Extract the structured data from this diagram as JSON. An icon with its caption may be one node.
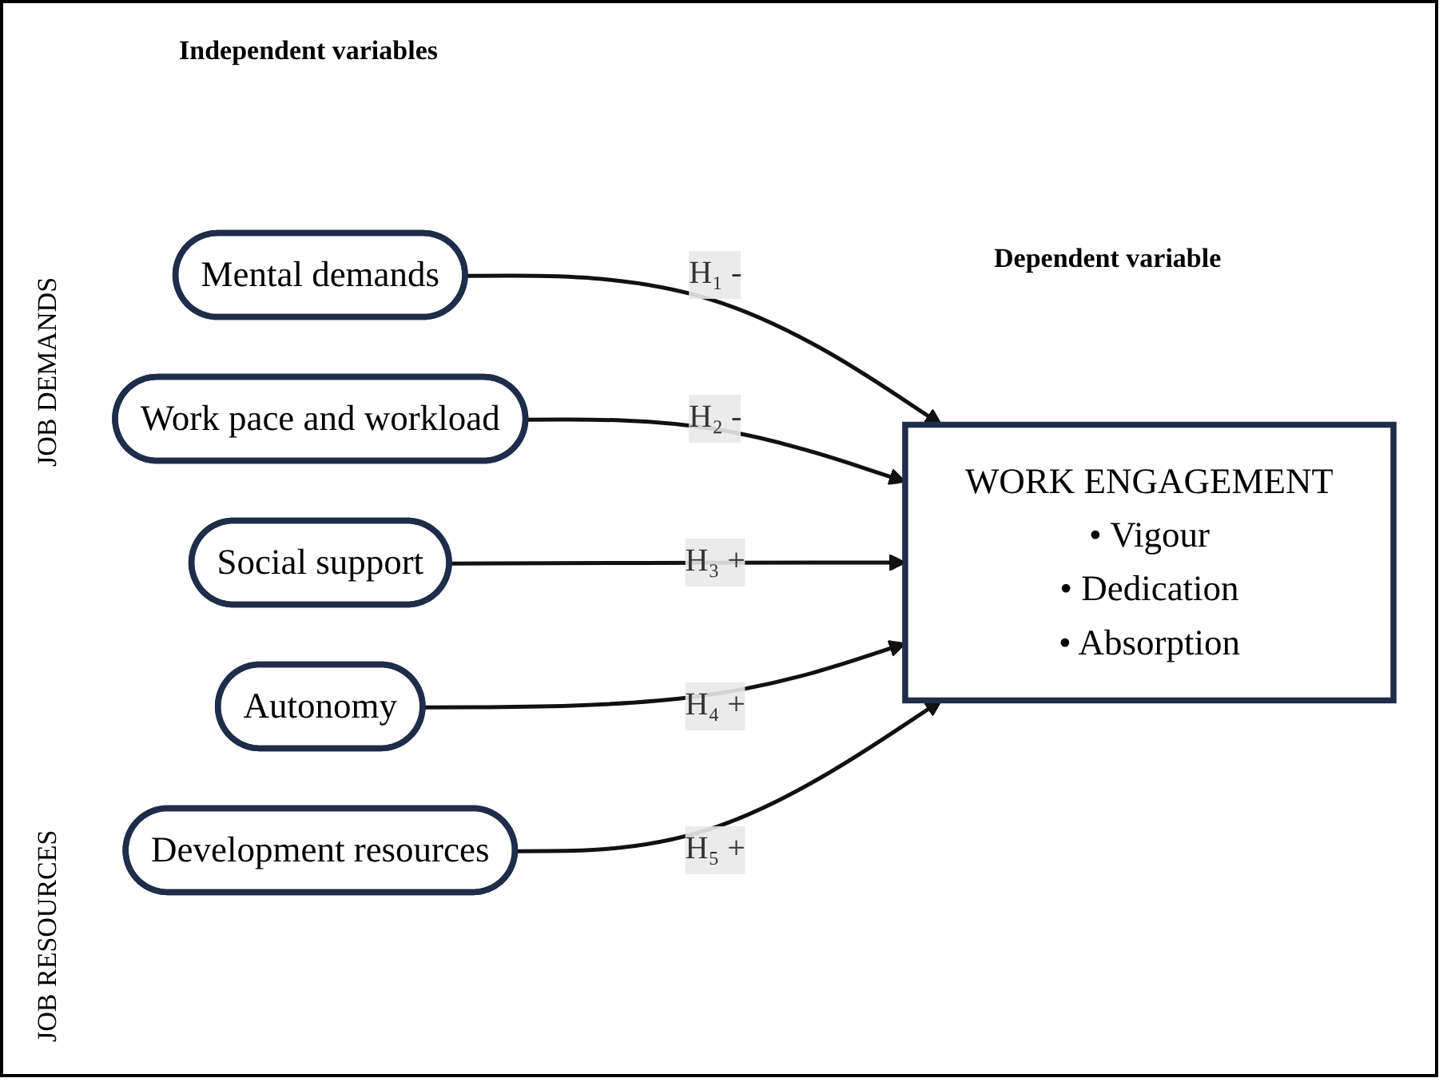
{
  "diagram": {
    "nodes": [
      {
        "text": [
          "Mental demands"
        ]
      },
      {
        "text": [
          "Work pace and workload"
        ]
      },
      {
        "text": [
          "Social support"
        ]
      },
      {
        "text": [
          "Autonomy"
        ]
      },
      {
        "text": [
          "Development resources"
        ]
      },
      {
        "text": [
          "WORK ENGAGEMENT",
          "• Vigour",
          "• Dedication",
          "• Absorption"
        ]
      }
    ],
    "edges": [
      {
        "from": 0,
        "to": 5,
        "arrow": "to",
        "label": "H₁ -"
      },
      {
        "from": 1,
        "to": 5,
        "arrow": "to",
        "label": "H₂ -"
      },
      {
        "from": 2,
        "to": 5,
        "arrow": "to",
        "label": "H₃ +"
      },
      {
        "from": 3,
        "to": 5,
        "arrow": "to",
        "label": "H₄ +"
      },
      {
        "from": 4,
        "to": 5,
        "arrow": "to",
        "label": "H₅ +"
      }
    ],
    "labels": [
      "Independent variables",
      "Dependent variable",
      "JOB DEMANDS",
      "JOB RESOURCES"
    ]
  }
}
